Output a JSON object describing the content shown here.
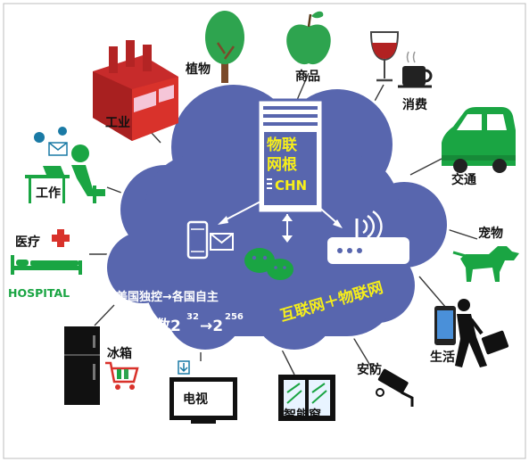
{
  "labels": {
    "plants": "植物",
    "goods": "商品",
    "industry": "工业",
    "consumption": "消费",
    "work": "工作",
    "traffic": "交通",
    "medical": "医疗",
    "hospital": "HOSPITAL",
    "pets": "宠物",
    "life": "生活",
    "fridge": "冰箱",
    "tv": "电视",
    "smart_window": "智能窗",
    "security": "安防"
  },
  "server": {
    "line1": "物联",
    "line2": "网根",
    "line3": "CHN"
  },
  "cloud_text": {
    "control": "美国独控→各国自主",
    "address_prefix": "网址数2",
    "exp1": "32",
    "arrow": "→2",
    "exp2": "256",
    "slogan": "互联网＋物联网"
  },
  "colors": {
    "cloud": "#5866ae",
    "cloud_edge": "#ffffff",
    "green": "#1aa543",
    "red": "#d9322b",
    "yellow_text": "#f7ef1a"
  }
}
